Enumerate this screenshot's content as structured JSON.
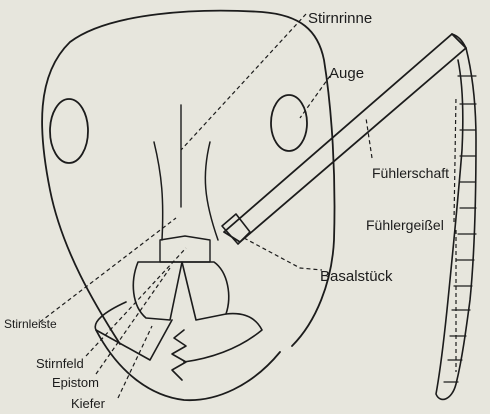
{
  "figure": {
    "background": "#e7e6dd",
    "ink": "#1c1c1c",
    "labels": {
      "stirnrinne": "Stirnrinne",
      "auge": "Auge",
      "fuehlerschaft": "Fühlerschaft",
      "fuehlergeissel": "Fühlergeißel",
      "basalstueck": "Basalstück",
      "stirnleiste": "Stirnleiste",
      "stirnfeld": "Stirnfeld",
      "epistom": "Epistom",
      "kiefer": "Kiefer"
    }
  }
}
